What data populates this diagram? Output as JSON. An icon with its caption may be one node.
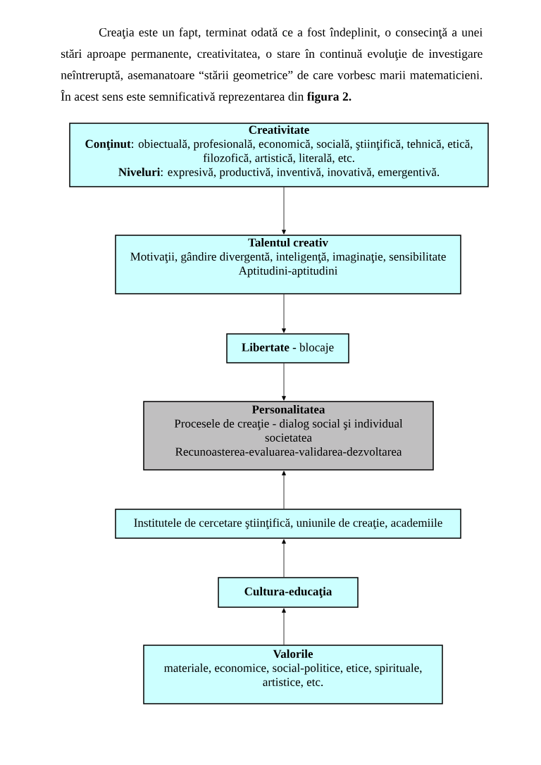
{
  "diagram": {
    "nodes": [
      {
        "text": [
          "Creativitate",
          "**Conţinut**: obiectuală, profesională, economică, socială, ştiinţifică, tehnică, etică, filozofică, artistică, literală, etc.",
          "**Niveluri**: expresivă, productivă, inventivă, inovativă, emergentivă."
        ]
      },
      {
        "text": [
          "Talentul creativ",
          "Motivaţii, gândire divergentă, inteligenţă, imaginaţie, sensibilitate",
          "Aptitudini-aptitudini"
        ]
      },
      {
        "text": [
          "**Libertate -** blocaje"
        ]
      },
      {
        "text": [
          "Personalitatea",
          "Procesele de creaţie - dialog social şi individual societatea",
          "Recunoasterea-evaluarea-validarea-dezvoltarea"
        ]
      },
      {
        "text": [
          "Institutele de cercetare ştiinţifică, uniunile de creaţie, academiile"
        ]
      },
      {
        "text": [
          "Cultura-educaţia"
        ]
      },
      {
        "text": [
          "Valorile",
          "materiale, economice, social-politice, etice, spirituale, artistice, etc."
        ]
      }
    ],
    "edges": [
      {
        "from": 0,
        "to": 1,
        "arrow": "to"
      },
      {
        "from": 1,
        "to": 2,
        "arrow": "to"
      },
      {
        "from": 2,
        "to": 3,
        "arrow": "to"
      },
      {
        "from": 4,
        "to": 3,
        "arrow": "to"
      },
      {
        "from": 5,
        "to": 4,
        "arrow": "to"
      },
      {
        "from": 6,
        "to": 5,
        "arrow": "to"
      }
    ],
    "labels": [
      "Creaţia este un fapt, terminat odată ce a fost îndeplinit, o consecinţă a unei stări aproape permanente, creativitatea, o stare în continuă evoluţie de investigare neîntreruptă, asemanatoare “stării geometrice” de care vorbesc marii matematicieni. În acest sens este semnificativă reprezentarea din **figura 2.**"
    ]
  }
}
